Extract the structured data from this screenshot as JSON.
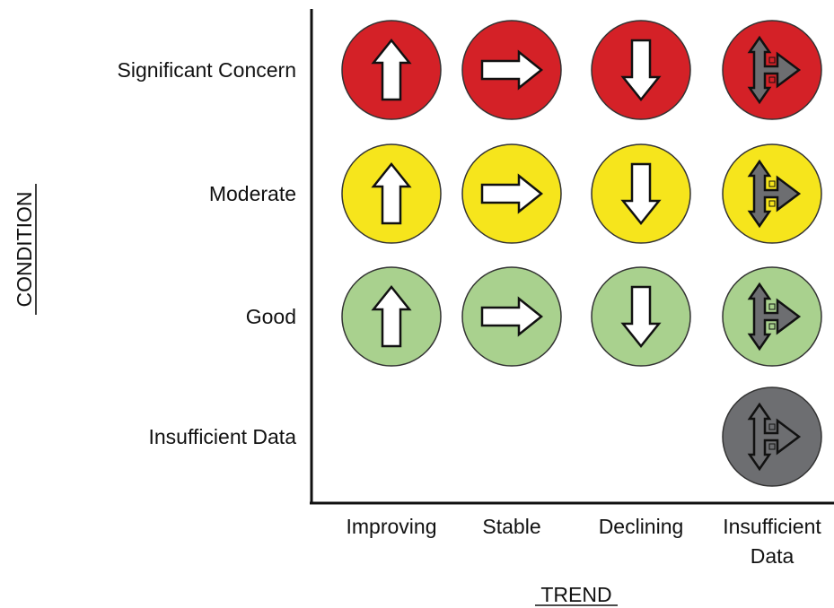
{
  "axis": {
    "y_title": "CONDITION",
    "x_title": "TREND"
  },
  "rows": [
    {
      "key": "significant",
      "label": "Significant Concern",
      "fill": "#d42127"
    },
    {
      "key": "moderate",
      "label": "Moderate",
      "fill": "#f6e51c"
    },
    {
      "key": "good",
      "label": "Good",
      "fill": "#a9d18e"
    },
    {
      "key": "insufficient",
      "label": "Insufficient Data",
      "fill": "#6d6e71"
    }
  ],
  "columns": [
    {
      "key": "improving",
      "label_lines": [
        "Improving"
      ],
      "arrow": "up"
    },
    {
      "key": "stable",
      "label_lines": [
        "Stable"
      ],
      "arrow": "right"
    },
    {
      "key": "declining",
      "label_lines": [
        "Declining"
      ],
      "arrow": "down"
    },
    {
      "key": "insufficient",
      "label_lines": [
        "Insufficient",
        "Data"
      ],
      "arrow": "unknown"
    }
  ],
  "cells": [
    {
      "row": 0,
      "col": 0
    },
    {
      "row": 0,
      "col": 1
    },
    {
      "row": 0,
      "col": 2
    },
    {
      "row": 0,
      "col": 3
    },
    {
      "row": 1,
      "col": 0
    },
    {
      "row": 1,
      "col": 1
    },
    {
      "row": 1,
      "col": 2
    },
    {
      "row": 1,
      "col": 3
    },
    {
      "row": 2,
      "col": 0
    },
    {
      "row": 2,
      "col": 1
    },
    {
      "row": 2,
      "col": 2
    },
    {
      "row": 2,
      "col": 3
    },
    {
      "row": 3,
      "col": 3
    }
  ],
  "colors": {
    "arrow_fill": "#ffffff",
    "unknown_arrow_fill": "#6d6e71",
    "circle_stroke": "#333333",
    "axis_line": "#111111"
  }
}
